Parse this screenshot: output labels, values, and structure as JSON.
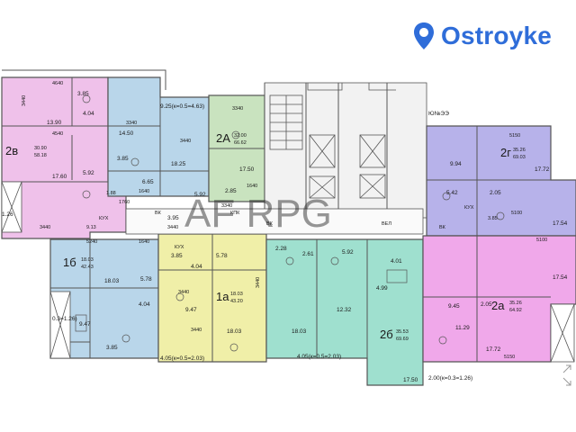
{
  "brand": {
    "name": "Ostroyke",
    "color": "#2f6dd9",
    "icon": "map-pin-icon"
  },
  "watermark": "AF RPG",
  "stamp": "Ю№ЭЭ",
  "colors": {
    "pink": "#efc1ea",
    "blue": "#b9d6ea",
    "green": "#c9e3bf",
    "yellow": "#f0efa8",
    "teal": "#9fe0cf",
    "purple": "#b7b2ea",
    "magenta": "#f0a8ea",
    "wall": "#555555"
  },
  "apartments": [
    {
      "id": "2v",
      "type": "2в",
      "area": "30.90",
      "total": "58.18"
    },
    {
      "id": "2a-top",
      "type": "2А",
      "area": "32.00",
      "total": "66.62"
    },
    {
      "id": "2g",
      "type": "2г",
      "area": "35.26",
      "total": "69.03"
    },
    {
      "id": "1b",
      "type": "1б",
      "area": "18.03",
      "total": "42.43"
    },
    {
      "id": "1a",
      "type": "1а",
      "area": "18.03",
      "total": "43.20"
    },
    {
      "id": "2b",
      "type": "2б",
      "area": "35.53",
      "total": "69.69"
    },
    {
      "id": "2a-right",
      "type": "2а",
      "area": "35.26",
      "total": "64.92"
    }
  ],
  "rooms": [
    "3440",
    "4640",
    "3.85",
    "13.90",
    "4.04",
    "4540",
    "3340",
    "14.50",
    "3440",
    "9.25(к=0.5=4.63)",
    "3340",
    "3.85",
    "18.25",
    "17.60",
    "5.92",
    "6.65",
    "1640",
    "1.88",
    "1760",
    "КУХ",
    "9.13",
    "3440",
    "3440",
    "3.95",
    "5.92",
    "2.85",
    "1640",
    "17.50",
    "3340",
    "5150",
    "9.94",
    "17.72",
    "5.42",
    "2.05",
    "3.85",
    "17.54",
    "5100",
    "5240",
    "1640",
    "5.78",
    "18.03",
    "4.04",
    "3.85",
    "4.04",
    "9.47",
    "3440",
    "3.85",
    "5.78",
    "9.47",
    "18.03",
    "2.28",
    "2.61",
    "5.92",
    "4.01",
    "4.99",
    "12.32",
    "18.03",
    "17.50",
    "9.45",
    "2.05",
    "11.29",
    "17.72",
    "17.54",
    "3440",
    "4.05(к=0.5=2.03)",
    "4.05(к=0.5=2.03)",
    "2.00(к=0.3=1.26)",
    "0.3=1.26)",
    "1.26",
    "КУХ",
    "КУХ",
    "ВК",
    "ВК",
    "ВК",
    "КПК",
    "ВЕЛ",
    "5100",
    "5150",
    "3440"
  ]
}
